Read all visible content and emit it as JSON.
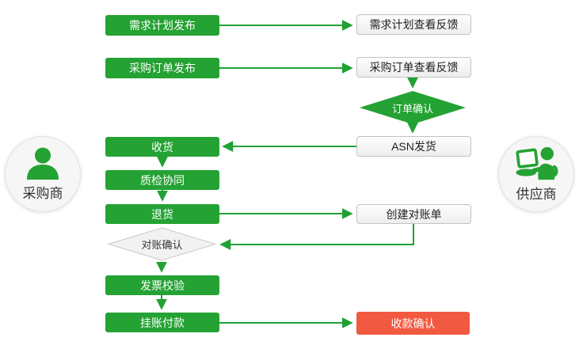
{
  "diagram": {
    "type": "flowchart",
    "description_visible_text_only": true
  },
  "colors": {
    "process_green": "#24a233",
    "arrow_green": "#21a134",
    "terminal_red": "#f15a40",
    "plain_box_bg": "#f2f2f2",
    "plain_box_border": "#c3c3c3",
    "text_dark": "#333333",
    "text_white": "#ffffff",
    "actor_circle_bg": "#f6f6f6"
  },
  "actors": {
    "buyer": {
      "label": "采购商",
      "icon": "person-icon"
    },
    "supplier": {
      "label": "供应商",
      "icon": "person-laptop-icon"
    }
  },
  "nodes": {
    "demand_plan_publish": {
      "label": "需求计划发布",
      "type": "green"
    },
    "demand_plan_feedback": {
      "label": "需求计划查看反馈",
      "type": "plain"
    },
    "po_publish": {
      "label": "采购订单发布",
      "type": "green"
    },
    "po_feedback": {
      "label": "采购订单查看反馈",
      "type": "plain"
    },
    "order_confirm": {
      "label": "订单确认",
      "type": "green-diamond"
    },
    "asn_ship": {
      "label": "ASN发货",
      "type": "plain"
    },
    "receive": {
      "label": "收货",
      "type": "green"
    },
    "quality_check": {
      "label": "质检协同",
      "type": "green"
    },
    "return_goods": {
      "label": "退货",
      "type": "green"
    },
    "create_statement": {
      "label": "创建对账单",
      "type": "plain"
    },
    "statement_confirm": {
      "label": "对账确认",
      "type": "gray-diamond"
    },
    "invoice_verify": {
      "label": "发票校验",
      "type": "green"
    },
    "pending_payment": {
      "label": "挂账付款",
      "type": "green"
    },
    "payment_confirm": {
      "label": "收款确认",
      "type": "red"
    }
  },
  "edges": [
    "demand_plan_publish -> demand_plan_feedback",
    "po_publish -> po_feedback",
    "po_feedback -> order_confirm",
    "order_confirm -> asn_ship",
    "asn_ship -> receive",
    "receive -> quality_check",
    "quality_check -> return_goods",
    "return_goods -> create_statement",
    "create_statement -> statement_confirm",
    "statement_confirm -> invoice_verify",
    "invoice_verify -> pending_payment",
    "pending_payment -> payment_confirm"
  ]
}
